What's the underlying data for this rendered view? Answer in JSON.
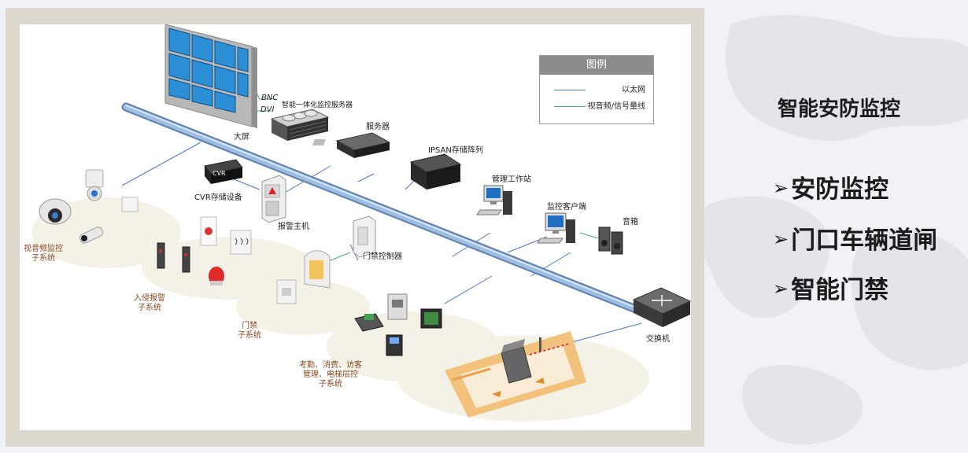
{
  "legend": {
    "title": "图例",
    "items": [
      {
        "label": "以太网",
        "color": "#4a78d0"
      },
      {
        "label": "视音频/信号量线",
        "color": "#3cb371"
      }
    ]
  },
  "devices": {
    "bigscreen": "大屏",
    "bnc": "BNC",
    "dvi": "DVI",
    "server_integrated": "智能一体化监控服务器",
    "server": "服务器",
    "cvr_tag": "CVR",
    "cvr": "CVR存储设备",
    "ipsan": "IPSAN存储阵列",
    "workstation": "管理工作站",
    "client": "监控客户端",
    "speaker": "音箱",
    "alarm_host": "报警主机",
    "door_controller": "门禁控制器",
    "switch": "交换机"
  },
  "subsystems": {
    "video_1": "视音频监控",
    "video_2": "子系统",
    "intrusion_1": "入侵报警",
    "intrusion_2": "子系统",
    "access_1": "门禁",
    "access_2": "子系统",
    "misc_1": "考勤、消费、访客",
    "misc_2": "管理、电梯层控",
    "misc_3": "子系统"
  },
  "sidebar": {
    "title": "智能安防监控",
    "items": [
      "安防监控",
      "门口车辆道闸",
      "智能门禁"
    ],
    "bullet": "➢"
  },
  "colors": {
    "ethernet": "#4a78d0",
    "signal": "#3cb371",
    "backbone": "#8fb0d8",
    "frame": "#dcd8ce"
  }
}
